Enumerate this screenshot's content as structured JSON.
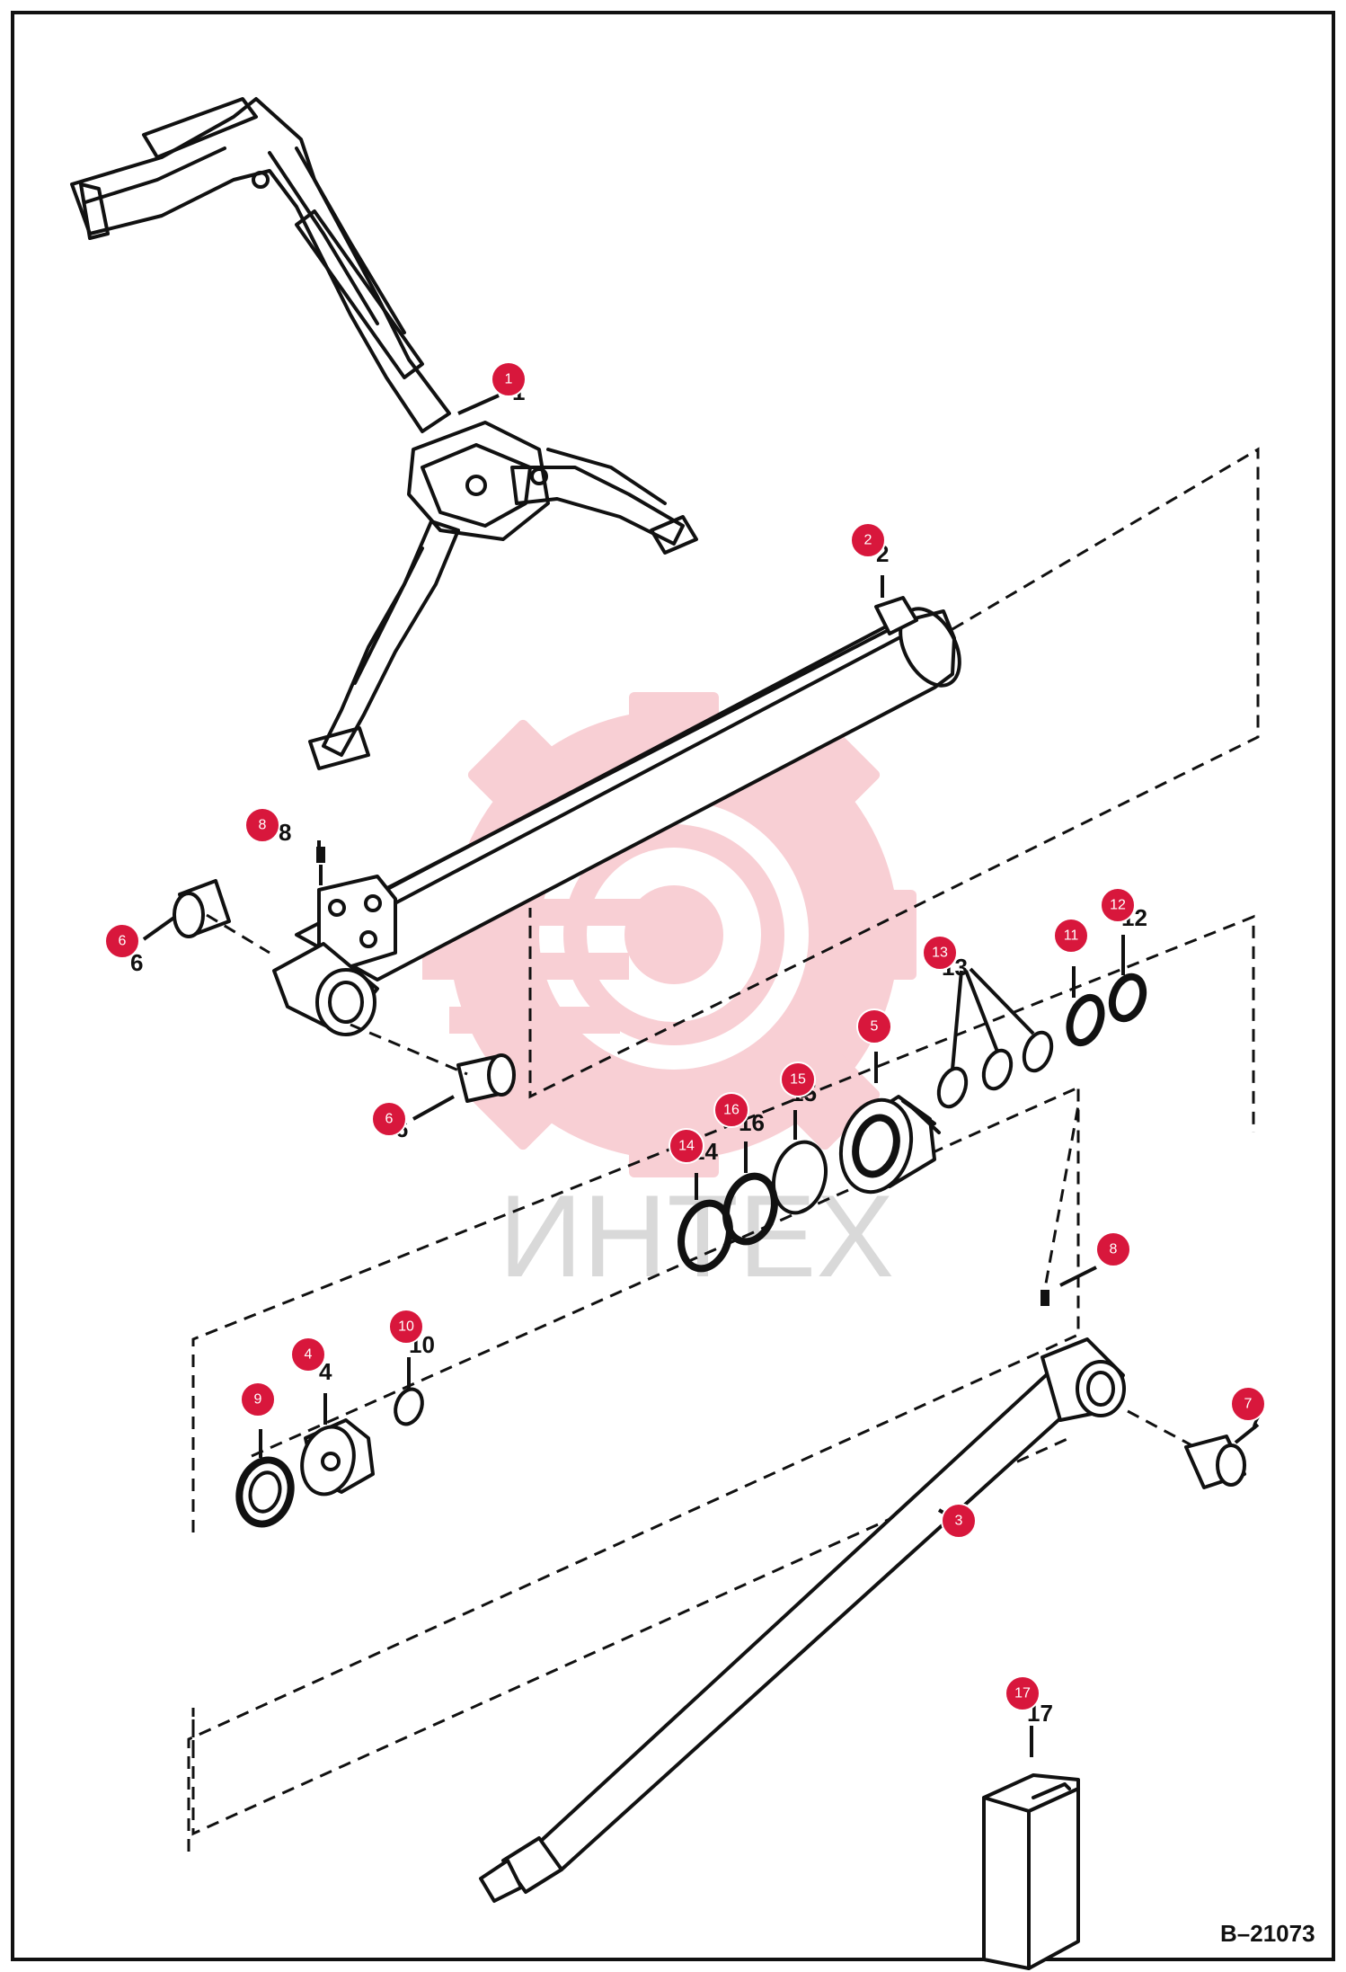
{
  "drawing_id": "B–21073",
  "watermark": {
    "text": "ИНТЕХ",
    "gear_color": "#f4a8b2",
    "text_color": "#d9d9d9"
  },
  "colors": {
    "marker": "#d8173c",
    "line": "#111111",
    "frame": "#111111"
  },
  "markers": [
    {
      "n": "1"
    },
    {
      "n": "2"
    },
    {
      "n": "3"
    },
    {
      "n": "4"
    },
    {
      "n": "5"
    },
    {
      "n": "6"
    },
    {
      "n": "6"
    },
    {
      "n": "7"
    },
    {
      "n": "8"
    },
    {
      "n": "8"
    },
    {
      "n": "9"
    },
    {
      "n": "10"
    },
    {
      "n": "11"
    },
    {
      "n": "12"
    },
    {
      "n": "13"
    },
    {
      "n": "14"
    },
    {
      "n": "15"
    },
    {
      "n": "16"
    },
    {
      "n": "17"
    }
  ],
  "printed_numbers": [
    "1",
    "2",
    "4",
    "6",
    "6",
    "7",
    "8",
    "10",
    "12",
    "13",
    "14",
    "15",
    "16",
    "17"
  ]
}
